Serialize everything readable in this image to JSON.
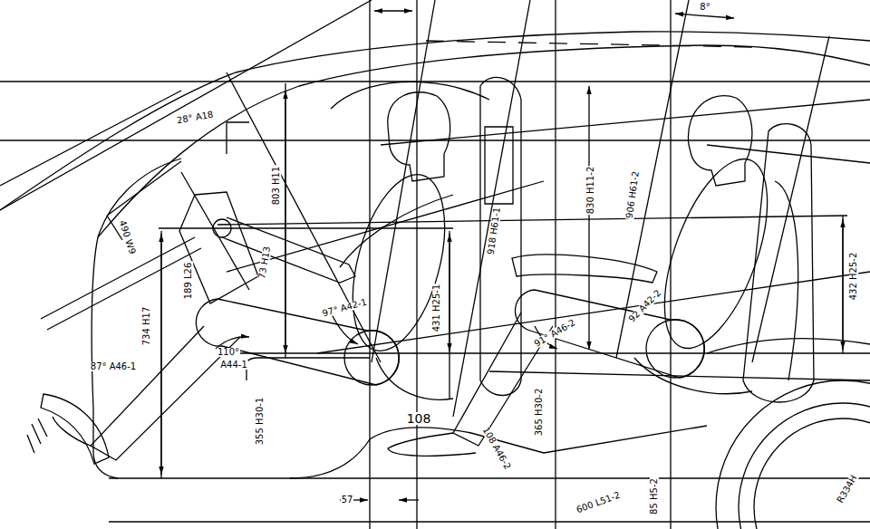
{
  "diagram": {
    "labels": [
      "28° A18",
      "803 H11",
      "490 W9",
      "189 L26",
      "73 H13",
      "734 H17",
      "110°",
      "A44-1",
      "87° A46-1",
      "97° A42-1",
      "431 H25-1",
      "918 H61-1",
      "830 H11-2",
      "906 H61-2",
      "8°",
      "432 H25-2",
      "92 A42-2",
      "91° A46-2",
      "355 H30-1",
      "365 H30-2",
      "108",
      "108 A46-2",
      "57",
      "600 L51-2",
      "85 H5-2",
      "R334H"
    ]
  }
}
